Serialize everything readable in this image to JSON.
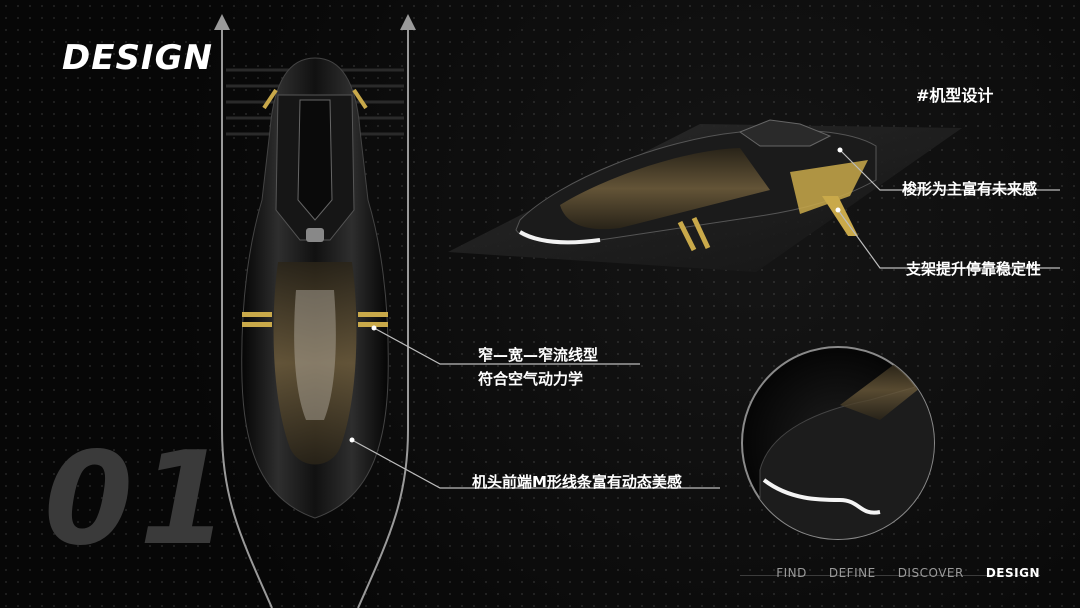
{
  "header": {
    "brand": "DESIGN",
    "section_number": "01",
    "hashtag": "#机型设计"
  },
  "callouts": {
    "shape": "梭形为主富有未来感",
    "stand": "支架提升停靠稳定性",
    "streamline_1": "窄—宽—窄流线型",
    "streamline_2": "符合空气动力学",
    "nose": "机头前端M形线条富有动态美感"
  },
  "nav": {
    "items": [
      {
        "label": "FIND"
      },
      {
        "label": "DEFINE"
      },
      {
        "label": "DISCOVER"
      },
      {
        "label": "DESIGN"
      }
    ],
    "active_index": 3
  },
  "colors": {
    "accent_gold": "#c9a94a",
    "body_dark": "#1b1b1b",
    "glass": "#6b5a3a",
    "line": "#9a9a9a"
  },
  "icons": [
    "arrow-up-icon",
    "arrow-up-icon"
  ]
}
